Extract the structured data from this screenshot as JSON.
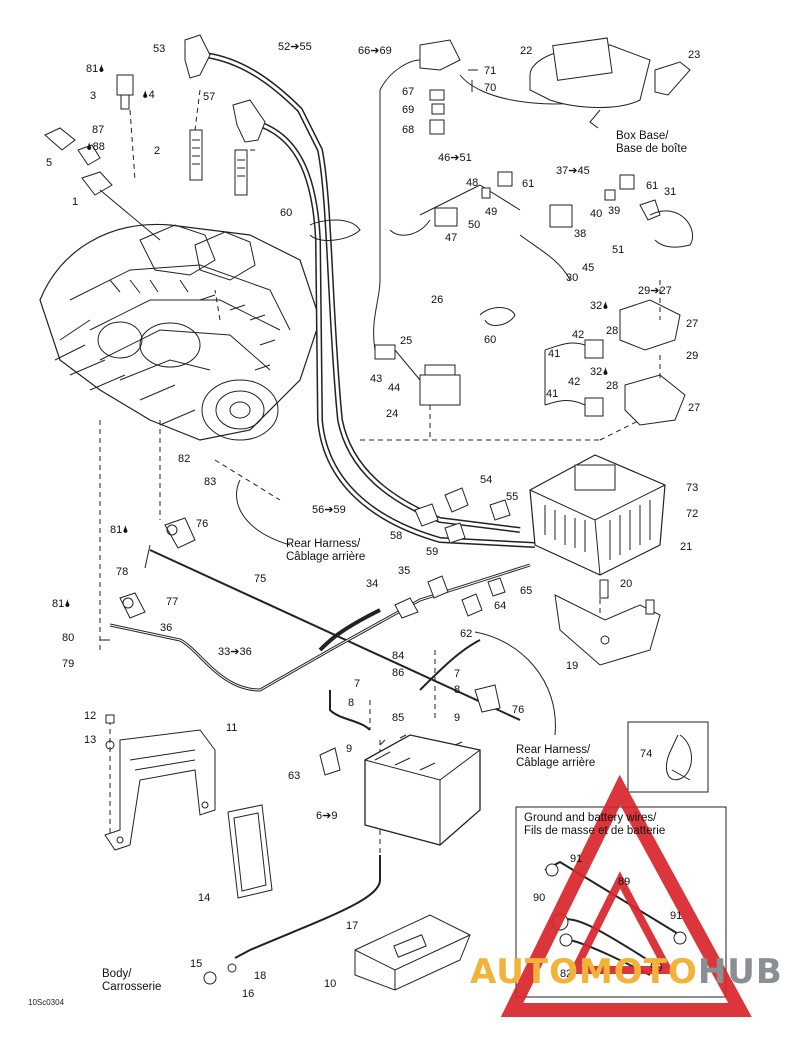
{
  "labels": [
    {
      "id": "53",
      "text": "53"
    },
    {
      "id": "52_55",
      "text": "52➔55"
    },
    {
      "id": "66_69",
      "text": "66➔69"
    },
    {
      "id": "22",
      "text": "22"
    },
    {
      "id": "23",
      "text": "23"
    },
    {
      "id": "81a",
      "text": "81🌢"
    },
    {
      "id": "3",
      "text": "3"
    },
    {
      "id": "4",
      "text": "🌢4"
    },
    {
      "id": "57",
      "text": "57"
    },
    {
      "id": "71",
      "text": "71"
    },
    {
      "id": "70",
      "text": "70"
    },
    {
      "id": "67",
      "text": "67"
    },
    {
      "id": "69",
      "text": "69"
    },
    {
      "id": "68",
      "text": "68"
    },
    {
      "id": "87",
      "text": "87"
    },
    {
      "id": "5",
      "text": "5"
    },
    {
      "id": "88",
      "text": "🌢88"
    },
    {
      "id": "2",
      "text": "2"
    },
    {
      "id": "1",
      "text": "1"
    },
    {
      "id": "46_51",
      "text": "46➔51"
    },
    {
      "id": "37_45",
      "text": "37➔45"
    },
    {
      "id": "48",
      "text": "48"
    },
    {
      "id": "61a",
      "text": "61"
    },
    {
      "id": "61b",
      "text": "61"
    },
    {
      "id": "31",
      "text": "31"
    },
    {
      "id": "49",
      "text": "49"
    },
    {
      "id": "40",
      "text": "40"
    },
    {
      "id": "39",
      "text": "39"
    },
    {
      "id": "50",
      "text": "50"
    },
    {
      "id": "60a",
      "text": "60"
    },
    {
      "id": "47",
      "text": "47"
    },
    {
      "id": "38",
      "text": "38"
    },
    {
      "id": "51",
      "text": "51"
    },
    {
      "id": "45",
      "text": "45"
    },
    {
      "id": "30",
      "text": "30"
    },
    {
      "id": "29_27",
      "text": "29➔27"
    },
    {
      "id": "26",
      "text": "26"
    },
    {
      "id": "32a",
      "text": "32🌢"
    },
    {
      "id": "60b",
      "text": "60"
    },
    {
      "id": "28a",
      "text": "28"
    },
    {
      "id": "27a",
      "text": "27"
    },
    {
      "id": "42a",
      "text": "42"
    },
    {
      "id": "25",
      "text": "25"
    },
    {
      "id": "41a",
      "text": "41"
    },
    {
      "id": "29",
      "text": "29"
    },
    {
      "id": "43",
      "text": "43"
    },
    {
      "id": "44",
      "text": "44"
    },
    {
      "id": "32b",
      "text": "32🌢"
    },
    {
      "id": "42b",
      "text": "42"
    },
    {
      "id": "28b",
      "text": "28"
    },
    {
      "id": "41b",
      "text": "41"
    },
    {
      "id": "27b",
      "text": "27"
    },
    {
      "id": "24",
      "text": "24"
    },
    {
      "id": "82",
      "text": "82"
    },
    {
      "id": "83",
      "text": "83"
    },
    {
      "id": "54",
      "text": "54"
    },
    {
      "id": "73",
      "text": "73"
    },
    {
      "id": "56_59",
      "text": "56➔59"
    },
    {
      "id": "55",
      "text": "55"
    },
    {
      "id": "72",
      "text": "72"
    },
    {
      "id": "81b",
      "text": "81🌢"
    },
    {
      "id": "76a",
      "text": "76"
    },
    {
      "id": "58",
      "text": "58"
    },
    {
      "id": "21",
      "text": "21"
    },
    {
      "id": "59",
      "text": "59"
    },
    {
      "id": "78",
      "text": "78"
    },
    {
      "id": "75",
      "text": "75"
    },
    {
      "id": "35",
      "text": "35"
    },
    {
      "id": "34",
      "text": "34"
    },
    {
      "id": "65",
      "text": "65"
    },
    {
      "id": "20",
      "text": "20"
    },
    {
      "id": "81c",
      "text": "81🌢"
    },
    {
      "id": "77",
      "text": "77"
    },
    {
      "id": "64",
      "text": "64"
    },
    {
      "id": "36",
      "text": "36"
    },
    {
      "id": "62",
      "text": "62"
    },
    {
      "id": "80",
      "text": "80"
    },
    {
      "id": "33_36",
      "text": "33➔36"
    },
    {
      "id": "84",
      "text": "84"
    },
    {
      "id": "19",
      "text": "19"
    },
    {
      "id": "79",
      "text": "79"
    },
    {
      "id": "86",
      "text": "86"
    },
    {
      "id": "7a",
      "text": "7"
    },
    {
      "id": "7b",
      "text": "7"
    },
    {
      "id": "8a",
      "text": "8"
    },
    {
      "id": "8b",
      "text": "8"
    },
    {
      "id": "85",
      "text": "85"
    },
    {
      "id": "9a",
      "text": "9"
    },
    {
      "id": "76b",
      "text": "76"
    },
    {
      "id": "12",
      "text": "12"
    },
    {
      "id": "11",
      "text": "11"
    },
    {
      "id": "13",
      "text": "13"
    },
    {
      "id": "9b",
      "text": "9"
    },
    {
      "id": "74",
      "text": "74"
    },
    {
      "id": "63",
      "text": "63"
    },
    {
      "id": "6_9",
      "text": "6➔9"
    },
    {
      "id": "14",
      "text": "14"
    },
    {
      "id": "91a",
      "text": "91"
    },
    {
      "id": "89",
      "text": "89"
    },
    {
      "id": "90a",
      "text": "90"
    },
    {
      "id": "17",
      "text": "17"
    },
    {
      "id": "91b",
      "text": "91"
    },
    {
      "id": "15",
      "text": "15"
    },
    {
      "id": "18",
      "text": "18"
    },
    {
      "id": "16",
      "text": "16"
    },
    {
      "id": "10",
      "text": "10"
    },
    {
      "id": "82b",
      "text": "82"
    },
    {
      "id": "90b",
      "text": "90"
    }
  ],
  "notes": {
    "box_base": "Box Base/\nBase de boîte",
    "rear_harness_1": "Rear Harness/\nCâblage arrière",
    "rear_harness_2": "Rear Harness/\nCâblage arrière",
    "body": "Body/\nCarrosserie"
  },
  "inset": {
    "title": "Ground and battery wires/\nFils de masse et de batterie"
  },
  "figure_code": "10Sc0304",
  "watermark": {
    "part1": "AUTOMOTO",
    "part2": "HUB",
    "color1": "#f2b33a",
    "color2": "#8a8f94",
    "triangle_color": "#d9262b"
  }
}
